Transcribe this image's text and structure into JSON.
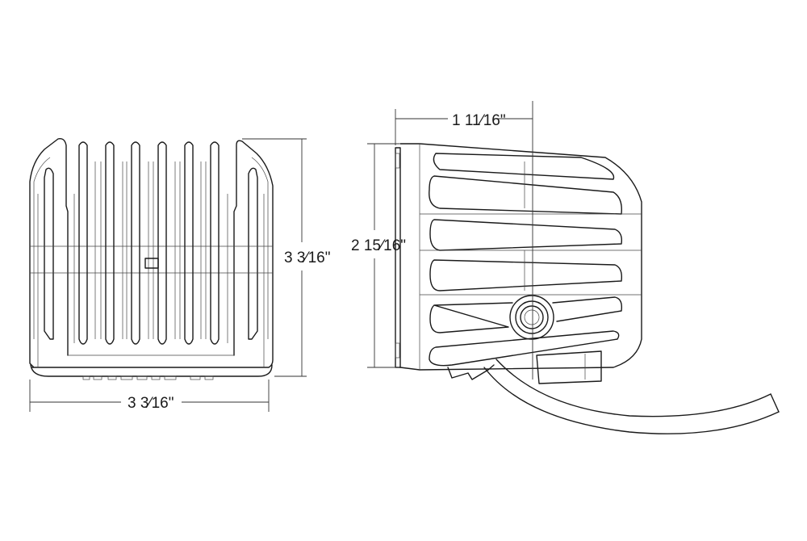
{
  "dimensions": {
    "front_width": "3 3⁄16\"",
    "front_height": "3 3⁄16\"",
    "side_height": "2 15⁄16\"",
    "side_depth": "1 11⁄16\""
  }
}
